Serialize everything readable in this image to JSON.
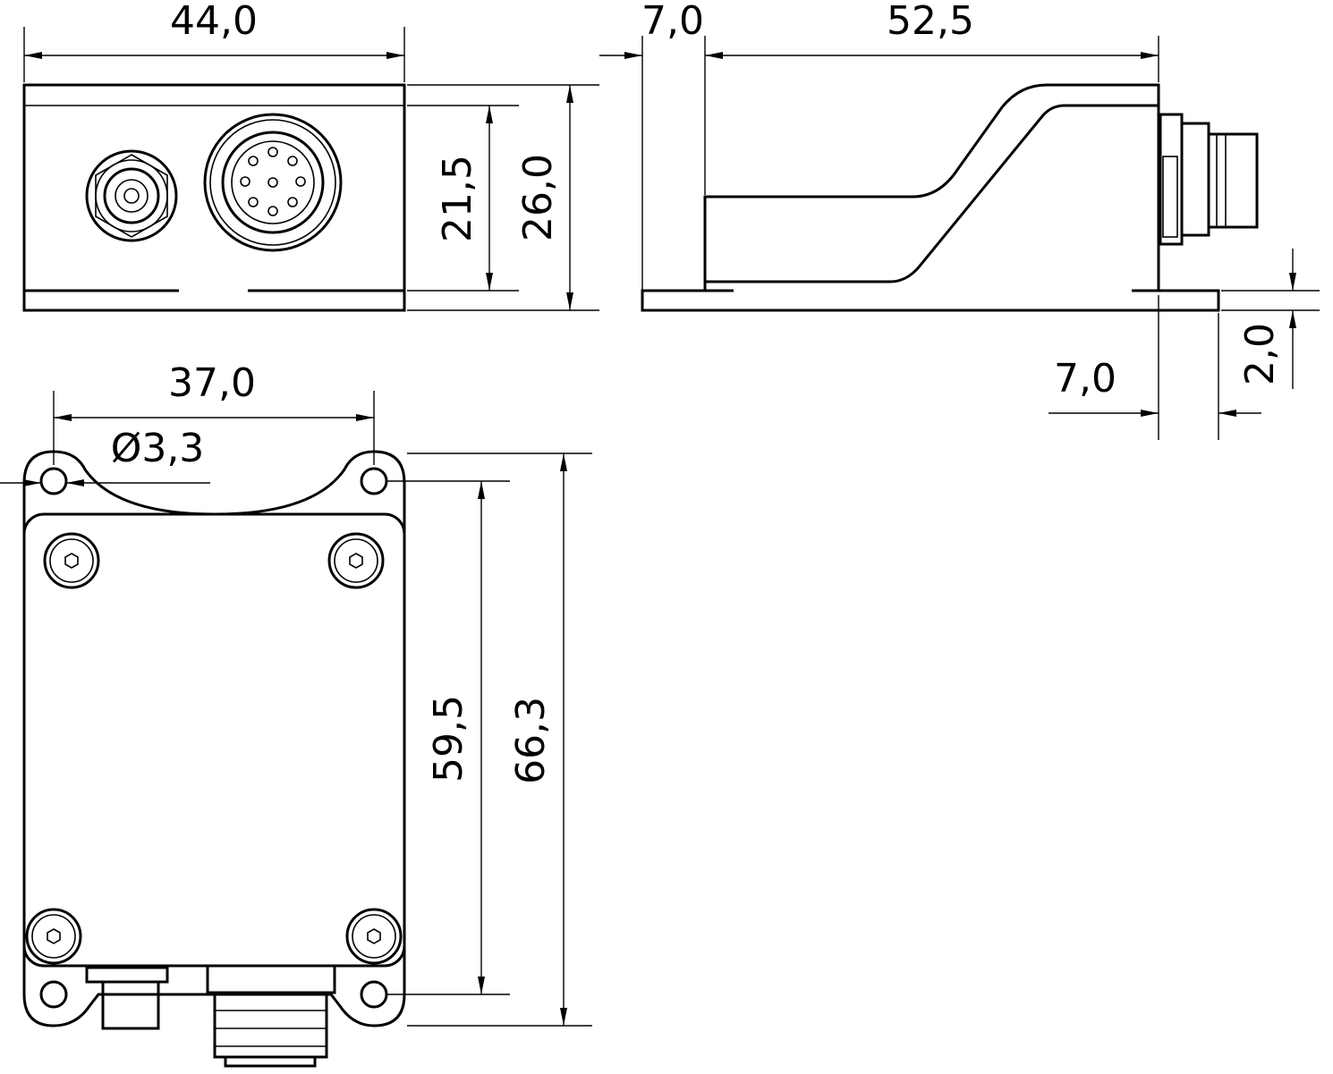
{
  "front_view": {
    "width": "44,0",
    "inner_height": "21,5",
    "height": "26,0"
  },
  "side_view": {
    "flange": "7,0",
    "length": "52,5",
    "plate_thickness": "2,0",
    "rear_flange": "7,0"
  },
  "top_view": {
    "hole_spacing_x": "37,0",
    "hole_diameter": "Ø3,3",
    "hole_spacing_y": "59,5",
    "length": "66,3"
  },
  "colors": {
    "line": "#000000",
    "background": "#ffffff"
  }
}
